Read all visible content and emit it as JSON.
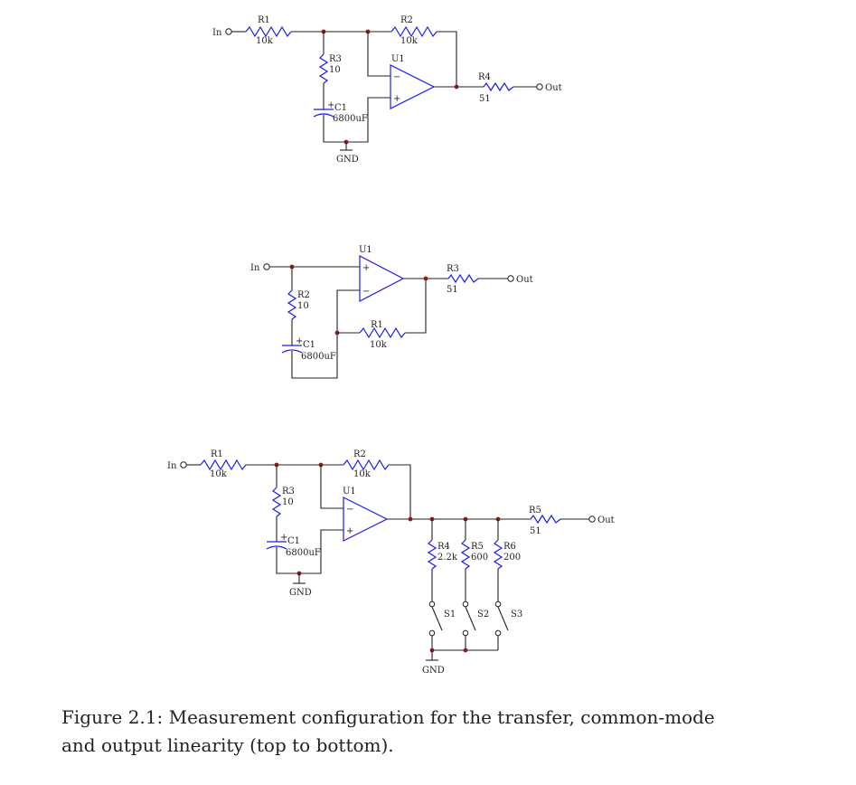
{
  "figure": {
    "caption": "Figure 2.1: Measurement configuration for the transfer, common-mode and output linearity (top to bottom)."
  },
  "circuit_transfer": {
    "in_label": "In",
    "out_label": "Out",
    "gnd_label": "GND",
    "r1": {
      "name": "R1",
      "value": "10k"
    },
    "r2": {
      "name": "R2",
      "value": "10k"
    },
    "r3": {
      "name": "R3",
      "value": "10"
    },
    "r4": {
      "name": "R4",
      "value": "51"
    },
    "c1": {
      "name": "C1",
      "value": "6800uF",
      "polarity": "+"
    },
    "u1": {
      "name": "U1",
      "minus": "−",
      "plus": "+"
    }
  },
  "circuit_common_mode": {
    "in_label": "In",
    "out_label": "Out",
    "r1": {
      "name": "R1",
      "value": "10k"
    },
    "r2": {
      "name": "R2",
      "value": "10"
    },
    "r3": {
      "name": "R3",
      "value": "51"
    },
    "c1": {
      "name": "C1",
      "value": "6800uF",
      "polarity": "+"
    },
    "u1": {
      "name": "U1",
      "plus": "+",
      "minus": "−"
    }
  },
  "circuit_linearity": {
    "in_label": "In",
    "out_label": "Out",
    "gnd_label": "GND",
    "gnd2_label": "GND",
    "r1": {
      "name": "R1",
      "value": "10k"
    },
    "r2": {
      "name": "R2",
      "value": "10k"
    },
    "r3": {
      "name": "R3",
      "value": "10"
    },
    "r4": {
      "name": "R4",
      "value": "2.2k"
    },
    "r5": {
      "name": "R5",
      "value": "51"
    },
    "r5b": {
      "name": "R5",
      "value": "600"
    },
    "r6": {
      "name": "R6",
      "value": "200"
    },
    "c1": {
      "name": "C1",
      "value": "6800uF",
      "polarity": "+"
    },
    "u1": {
      "name": "U1",
      "minus": "−",
      "plus": "+"
    },
    "s1": "S1",
    "s2": "S2",
    "s3": "S3"
  }
}
